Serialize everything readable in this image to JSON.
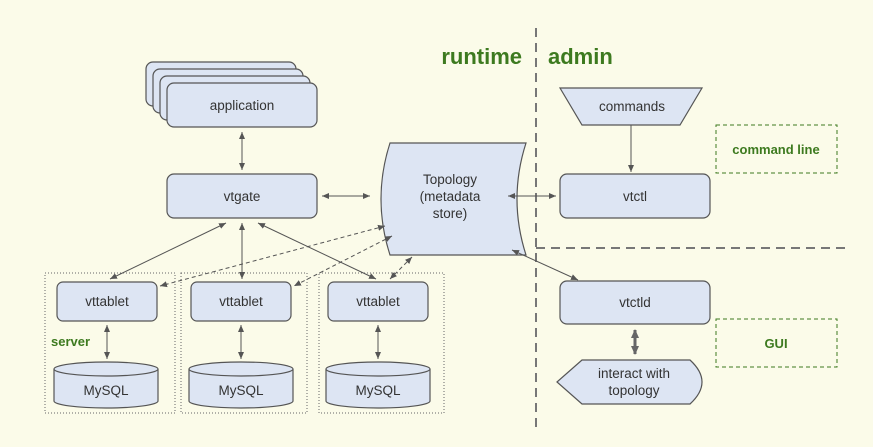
{
  "sections": {
    "runtime": "runtime",
    "admin": "admin"
  },
  "nodes": {
    "application": "application",
    "vtgate": "vtgate",
    "topology": [
      "Topology",
      "(metadata",
      "store)"
    ],
    "vttablet": "vttablet",
    "mysql": "MySQL",
    "commands": "commands",
    "vtctl": "vtctl",
    "vtctld": "vtctld",
    "interact": [
      "interact with",
      "topology"
    ]
  },
  "groups": {
    "server": "server",
    "command_line": "command line",
    "gui": "GUI"
  },
  "colors": {
    "background": "#fbfbe9",
    "box_fill": "#dde5f3",
    "green": "#3d7a1f",
    "divider": "#777777"
  }
}
